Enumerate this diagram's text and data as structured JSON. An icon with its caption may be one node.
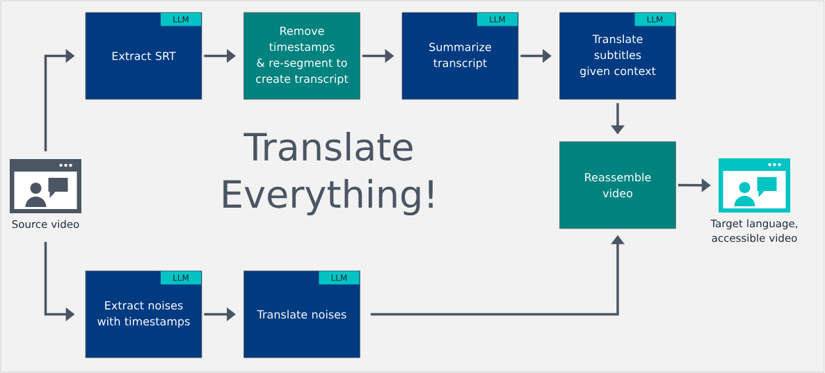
{
  "diagram": {
    "title": "Translate Everything!",
    "nodes": [
      {
        "text": [],
        "shape": "picture",
        "beside": [
          "Source video"
        ]
      },
      {
        "text": [
          "Extract SRT"
        ]
      },
      {
        "text": [
          "LLM"
        ],
        "in": 1
      },
      {
        "text": [
          "Remove timestamps & re-segment to create transcript"
        ]
      },
      {
        "text": [
          "Summarize transcript"
        ]
      },
      {
        "text": [
          "LLM"
        ],
        "in": 4
      },
      {
        "text": [
          "Translate subtitles given context"
        ]
      },
      {
        "text": [
          "LLM"
        ],
        "in": 6
      },
      {
        "text": [
          "Reassemble video"
        ]
      },
      {
        "text": [],
        "shape": "picture",
        "beside": [
          "Target language, accessible video"
        ]
      },
      {
        "text": [
          "Extract noises with timestamps"
        ]
      },
      {
        "text": [
          "LLM"
        ],
        "in": 10
      },
      {
        "text": [
          "Translate noises"
        ]
      },
      {
        "text": [
          "LLM"
        ],
        "in": 12
      }
    ],
    "edges": [
      {
        "from": 0,
        "to": 1,
        "arrow": "to"
      },
      {
        "from": 1,
        "to": 3,
        "arrow": "to"
      },
      {
        "from": 3,
        "to": 4,
        "arrow": "to"
      },
      {
        "from": 4,
        "to": 6,
        "arrow": "to"
      },
      {
        "from": 6,
        "to": 8,
        "arrow": "to"
      },
      {
        "from": 8,
        "to": 9,
        "arrow": "to"
      },
      {
        "from": 0,
        "to": 10,
        "arrow": "to"
      },
      {
        "from": 10,
        "to": 12,
        "arrow": "to"
      },
      {
        "from": 12,
        "to": 8,
        "arrow": "to"
      }
    ]
  }
}
